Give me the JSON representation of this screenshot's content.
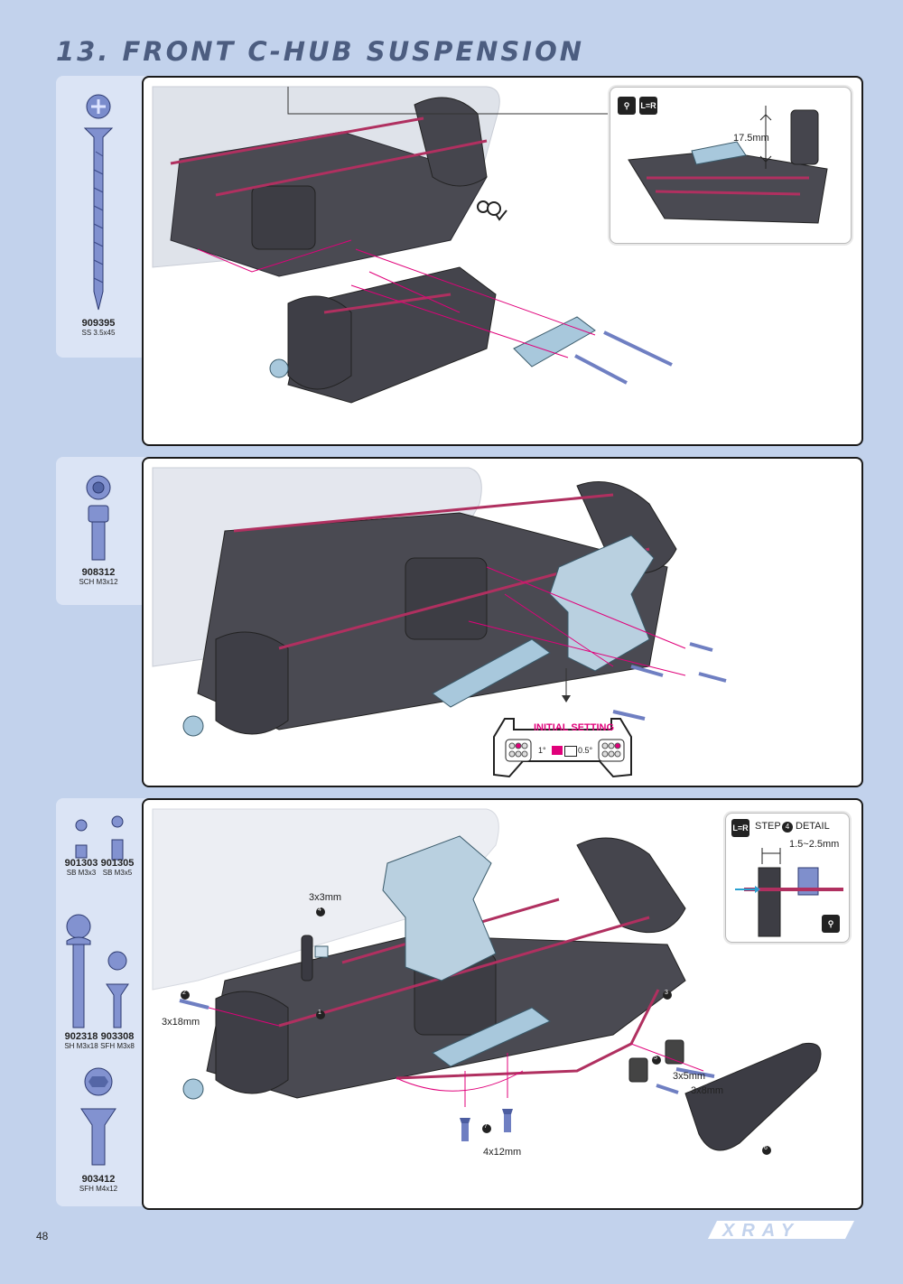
{
  "page": {
    "title": "13. FRONT C-HUB SUSPENSION",
    "page_number": "48",
    "brand": "XRAY"
  },
  "step1": {
    "parts": [
      {
        "number": "909395",
        "desc": "SS 3.5x45"
      }
    ],
    "detail": {
      "measure": "17.5mm",
      "icons": [
        "detail-magnify-icon",
        "left-equals-right-icon"
      ]
    }
  },
  "step2": {
    "parts": [
      {
        "number": "908312",
        "desc": "SCH M3x12"
      }
    ],
    "initial_setting": {
      "label": "INITIAL SETTING",
      "left_value": "1°",
      "right_value": "0.5°"
    }
  },
  "step3": {
    "parts": [
      {
        "number": "901303",
        "desc": "SB M3x3"
      },
      {
        "number": "901305",
        "desc": "SB M3x5"
      },
      {
        "number": "902318",
        "desc": "SH M3x18"
      },
      {
        "number": "903308",
        "desc": "SFH M3x8"
      },
      {
        "number": "903412",
        "desc": "SFH M4x12"
      }
    ],
    "detail": {
      "title_prefix": "STEP",
      "step_number": "4",
      "title_suffix": "DETAIL",
      "measure": "1.5~2.5mm"
    },
    "callouts": {
      "c1": "1",
      "c2": "2",
      "c3": "3",
      "c4": "4",
      "c5": "5",
      "c6": "6",
      "c7": "7",
      "s3x3": "3x3mm",
      "s3x18": "3x18mm",
      "s3x5": "3x5mm",
      "s3x8": "3x8mm",
      "s4x12": "4x12mm"
    }
  },
  "colors": {
    "background": "#c2d2ec",
    "tab": "#dbe4f5",
    "accent": "#e0007a",
    "part_blue": "#6f7fc2",
    "dark_plastic": "#3f3f45",
    "aluminium": "#a8c8dc"
  }
}
